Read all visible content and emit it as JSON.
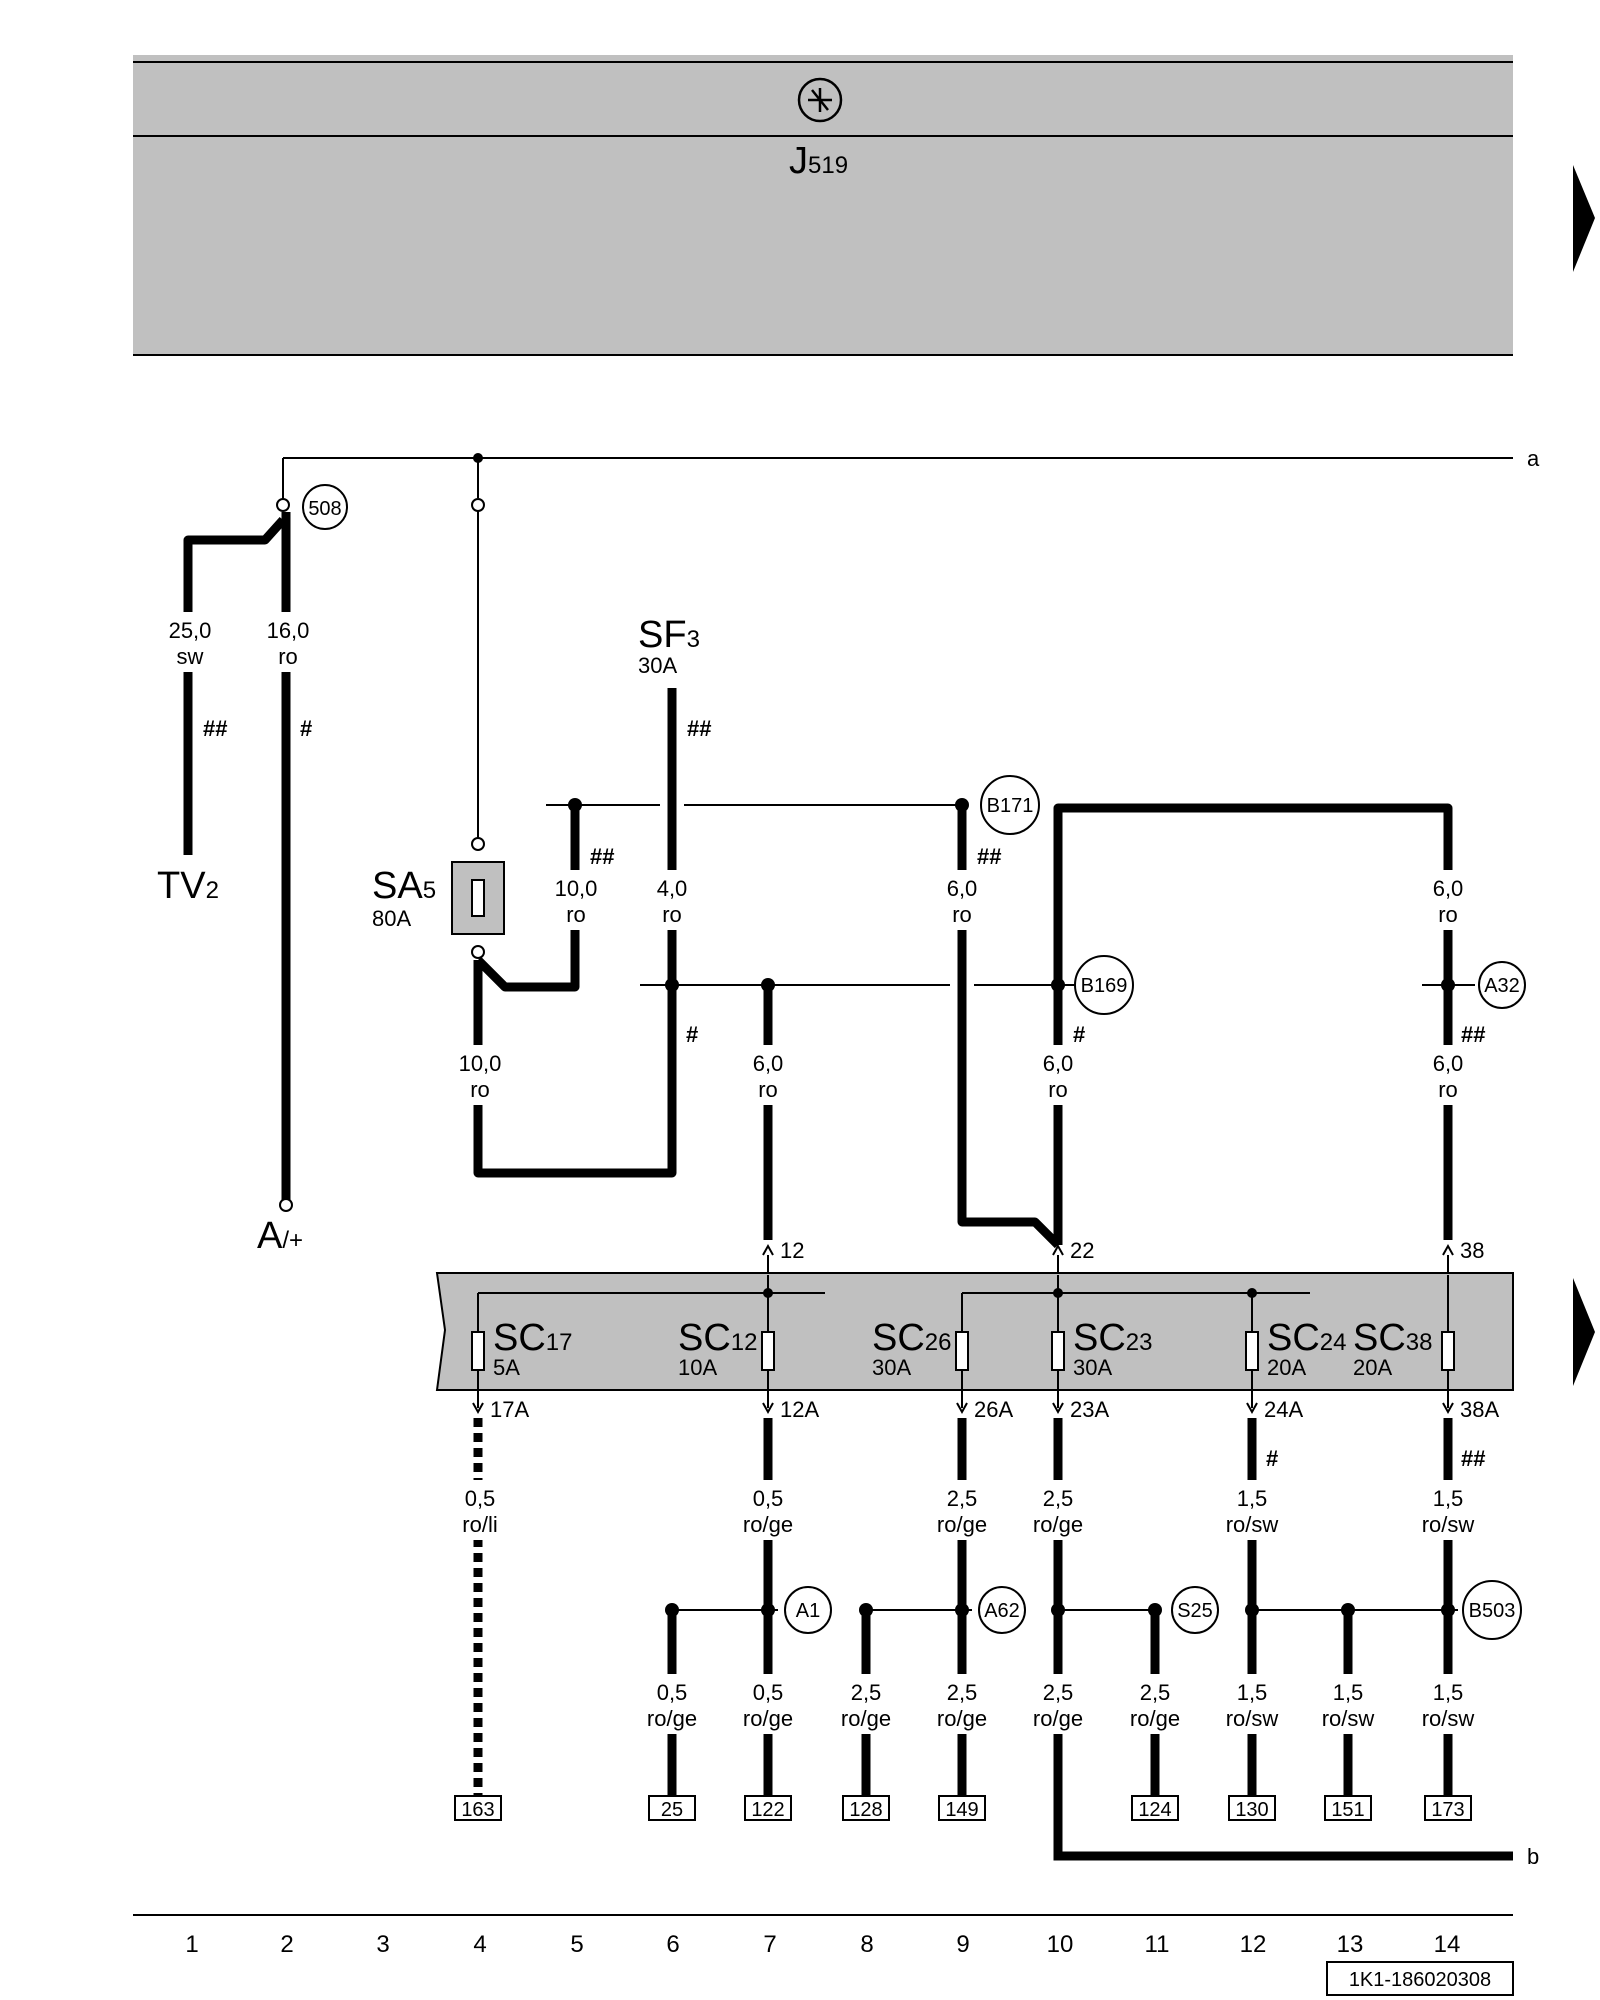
{
  "header": {
    "symbol_icon": "ignition-transistor-icon",
    "component_main": "J",
    "component_sub": "519"
  },
  "nav": {
    "arrow_icon": "continue-arrow-icon"
  },
  "line_labels": {
    "a": "a",
    "b": "b"
  },
  "connectors": {
    "c508": "508",
    "B171": "B171",
    "B169": "B169",
    "A32": "A32",
    "A1": "A1",
    "A62": "A62",
    "S25": "S25",
    "B503": "B503"
  },
  "components": {
    "TV": {
      "main": "TV",
      "sub": "2"
    },
    "A": {
      "main": "A",
      "sub": "/+"
    },
    "SF": {
      "main": "SF",
      "sub": "3",
      "amp": "30A"
    },
    "SA": {
      "main": "SA",
      "sub": "5",
      "amp": "80A"
    }
  },
  "fuses": [
    {
      "main": "SC",
      "sub": "17",
      "amp": "5A"
    },
    {
      "main": "SC",
      "sub": "12",
      "amp": "10A"
    },
    {
      "main": "SC",
      "sub": "26",
      "amp": "30A"
    },
    {
      "main": "SC",
      "sub": "23",
      "amp": "30A"
    },
    {
      "main": "SC",
      "sub": "24",
      "amp": "20A"
    },
    {
      "main": "SC",
      "sub": "38",
      "amp": "20A"
    }
  ],
  "input_pins": [
    "12",
    "22",
    "38"
  ],
  "output_pins": [
    "17A",
    "12A",
    "26A",
    "23A",
    "24A",
    "38A"
  ],
  "wires": {
    "w1": [
      "25,0",
      "sw"
    ],
    "w2": [
      "16,0",
      "ro"
    ],
    "w3": [
      "10,0",
      "ro"
    ],
    "w4": [
      "4,0",
      "ro"
    ],
    "w5": [
      "6,0",
      "ro"
    ],
    "w6": [
      "6,0",
      "ro"
    ],
    "w7": [
      "10,0",
      "ro"
    ],
    "w8": [
      "6,0",
      "ro"
    ],
    "w9": [
      "6,0",
      "ro"
    ],
    "w10": [
      "6,0",
      "ro"
    ],
    "o1": [
      "0,5",
      "ro/li"
    ],
    "o2": [
      "0,5",
      "ro/ge"
    ],
    "o3": [
      "2,5",
      "ro/ge"
    ],
    "o4": [
      "2,5",
      "ro/ge"
    ],
    "o5": [
      "1,5",
      "ro/sw"
    ],
    "o6": [
      "1,5",
      "ro/sw"
    ],
    "b1": [
      "0,5",
      "ro/ge"
    ],
    "b2": [
      "0,5",
      "ro/ge"
    ],
    "b3": [
      "2,5",
      "ro/ge"
    ],
    "b4": [
      "2,5",
      "ro/ge"
    ],
    "b5": [
      "2,5",
      "ro/ge"
    ],
    "b6": [
      "2,5",
      "ro/ge"
    ],
    "b7": [
      "1,5",
      "ro/sw"
    ],
    "b8": [
      "1,5",
      "ro/sw"
    ],
    "b9": [
      "1,5",
      "ro/sw"
    ]
  },
  "markers": {
    "single": "#",
    "double": "##"
  },
  "terminals": [
    "163",
    "25",
    "122",
    "128",
    "149",
    "124",
    "130",
    "151",
    "173"
  ],
  "grid_numbers": [
    "1",
    "2",
    "3",
    "4",
    "5",
    "6",
    "7",
    "8",
    "9",
    "10",
    "11",
    "12",
    "13",
    "14"
  ],
  "drawing_id": "1K1-186020308",
  "colors": {
    "panel": "#c0c0c0",
    "line": "#000000"
  }
}
